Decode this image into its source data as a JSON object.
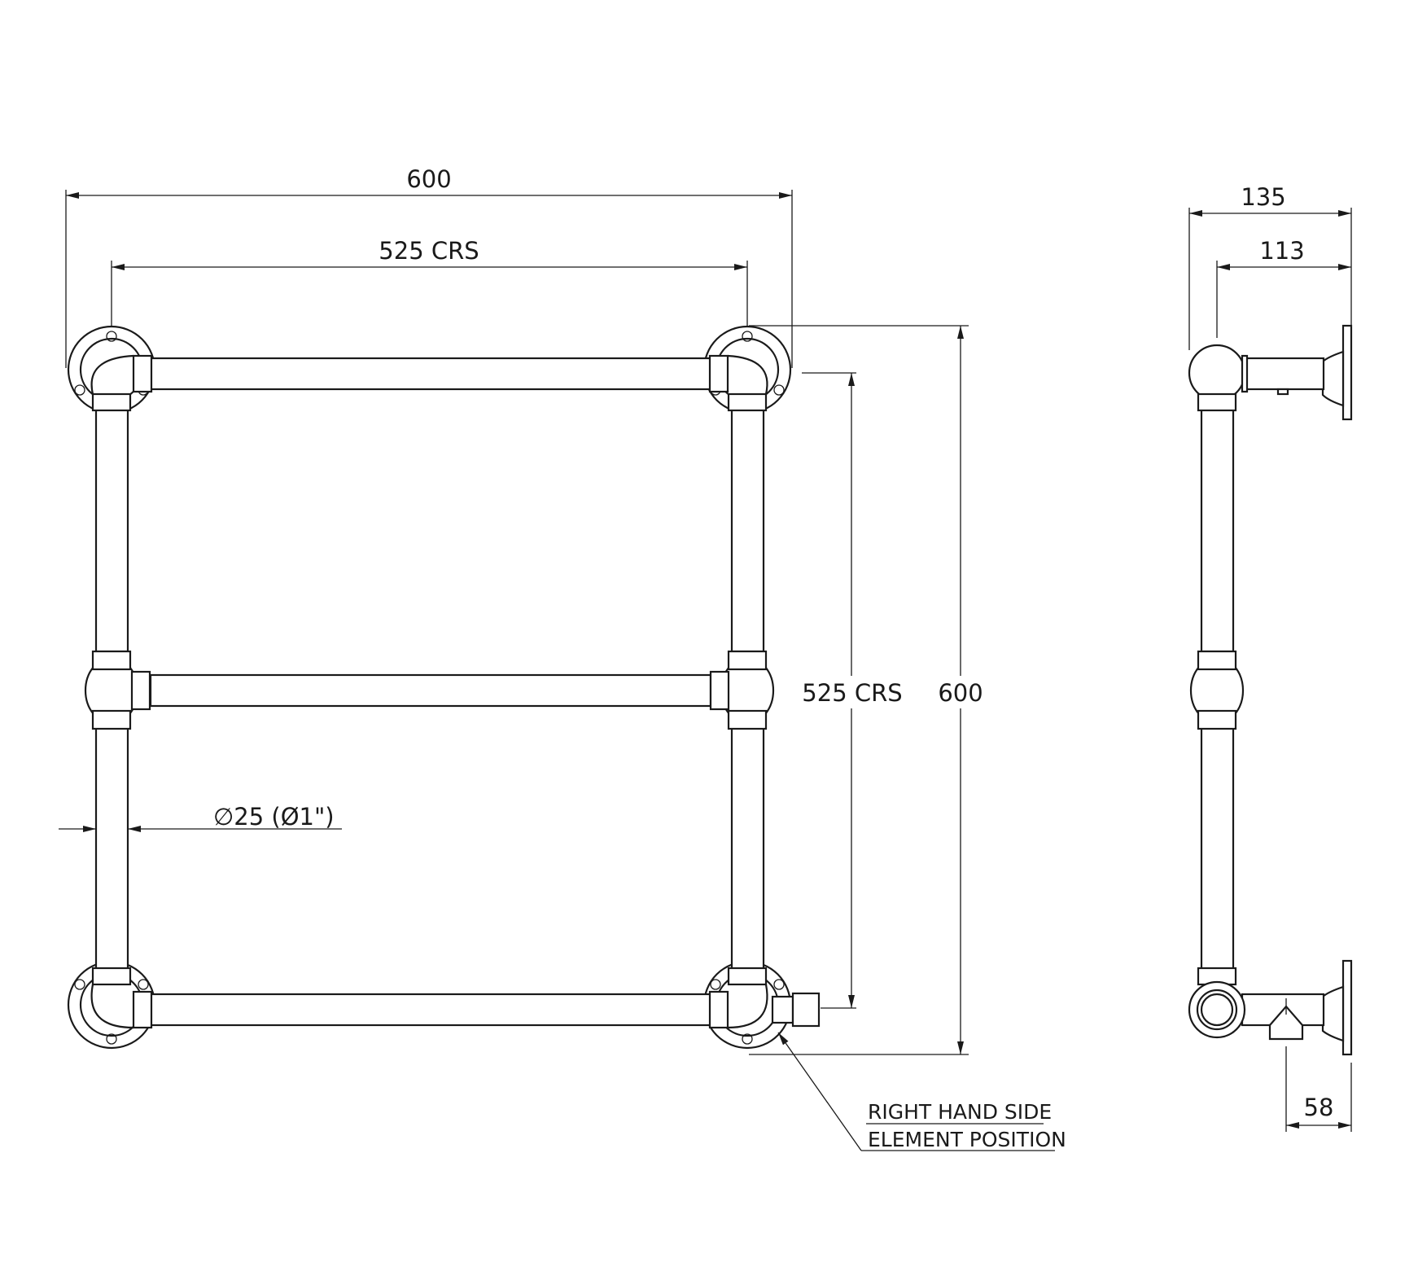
{
  "front_view": {
    "overall_width": "600",
    "horizontal_centres": "525 CRS",
    "vertical_centres": "525 CRS",
    "overall_height": "600",
    "tube_diameter": "∅25 (Ø1\")"
  },
  "side_view": {
    "overall_depth": "135",
    "bar_depth": "113",
    "element_offset": "58"
  },
  "callout": {
    "line1": "RIGHT HAND SIDE",
    "line2": "ELEMENT POSITION"
  }
}
